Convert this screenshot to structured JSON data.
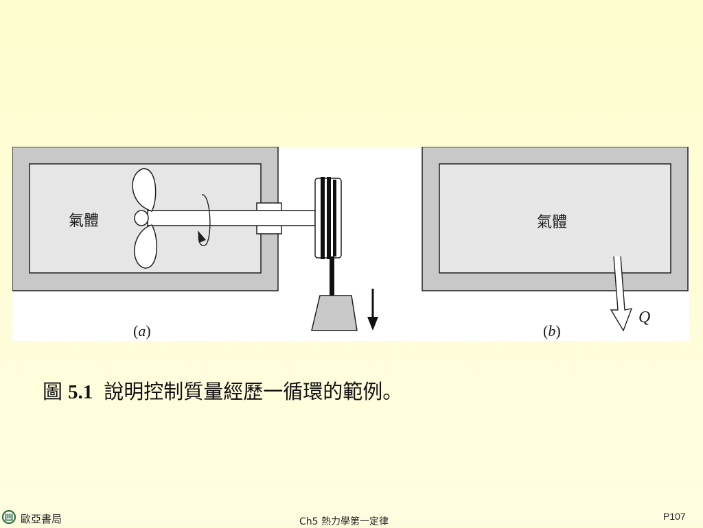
{
  "figure": {
    "left_box_gas_label": "氣體",
    "right_box_gas_label": "氣體",
    "label_a": "a",
    "label_b": "b",
    "heat_label": "Q",
    "colors": {
      "wall": "#c8c8c8",
      "interior": "#e6e6e6",
      "outline": "#1f1f1f",
      "weight": "#c9c9c9"
    },
    "icons": [
      "paddle-wheel-icon",
      "rotation-arrow-icon",
      "pulley-icon",
      "hanging-weight-icon",
      "down-arrow-icon",
      "heat-out-arrow-icon"
    ]
  },
  "caption": {
    "prefix": "圖",
    "number": "5.1",
    "text": "說明控制質量經歷一循環的範例。"
  },
  "footer": {
    "publisher": "歐亞書局",
    "chapter": "Ch5 熱力學第一定律",
    "page": "P107"
  }
}
